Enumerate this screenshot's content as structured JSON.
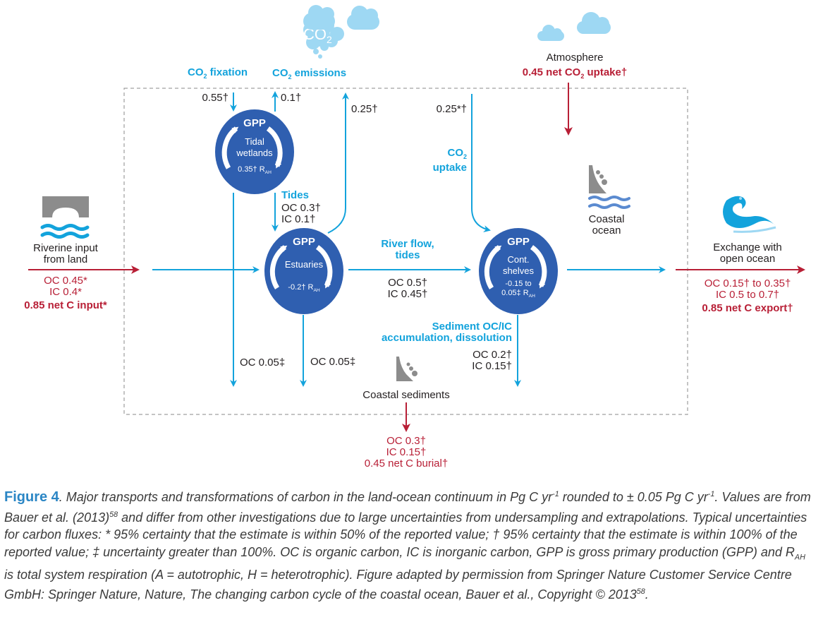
{
  "colors": {
    "circle_fill": "#2f5fb0",
    "flux_blue": "#13a3dc",
    "net_red": "#b81f36",
    "box_dash": "#8a8a8a",
    "icon_gray": "#8c8c8c",
    "cloud": "#9ed8f3"
  },
  "top": {
    "co2_cloud_label": "CO",
    "co2_cloud_sub": "2",
    "co2_fixation": {
      "pre": "CO",
      "sub": "2",
      "post": " fixation"
    },
    "co2_emissions": {
      "pre": "CO",
      "sub": "2",
      "post": " emissions"
    },
    "fixation_value": "0.55†",
    "emission_value": "0.1†",
    "estuary_emission_value": "0.25†",
    "shelf_uptake_value": "0.25*†",
    "co2_uptake": {
      "pre": "CO",
      "sub": "2",
      "post": "uptake"
    }
  },
  "atmosphere": {
    "label": "Atmosphere",
    "net": {
      "pre": "0.45 net CO",
      "sub": "2",
      "post": " uptake†"
    }
  },
  "riverine": {
    "label_line1": "Riverine input",
    "label_line2": "from land",
    "oc": "OC 0.45*",
    "ic": "IC 0.4*",
    "net": "0.85 net C input*"
  },
  "circles": {
    "wetlands": {
      "title": "GPP",
      "name_line1": "Tidal",
      "name_line2": "wetlands",
      "value": "0.35† R",
      "value_sub": "AH"
    },
    "estuaries": {
      "title": "GPP",
      "name_line1": "Estuaries",
      "value": "-0.2† R",
      "value_sub": "AH"
    },
    "shelves": {
      "title": "GPP",
      "name_line1": "Cont.",
      "name_line2": "shelves",
      "value_line1": "-0.15 to",
      "value_line2": "0.05‡ R",
      "value_sub": "AH"
    }
  },
  "tides": {
    "label": "Tides",
    "oc": "OC 0.3†",
    "ic": "IC 0.1†"
  },
  "river_flow": {
    "label_line1": "River flow,",
    "label_line2": "tides",
    "oc": "OC 0.5†",
    "ic": "IC 0.45†"
  },
  "sediment_flux": {
    "label_line1": "Sediment OC/IC",
    "label_line2": "accumulation, dissolution",
    "oc": "OC 0.2†",
    "ic": "IC 0.15†"
  },
  "wetland_burial": "OC 0.05‡",
  "estuary_burial": "OC 0.05‡",
  "coastal_ocean": {
    "line1": "Coastal",
    "line2": "ocean"
  },
  "coastal_sediments": {
    "label": "Coastal sediments",
    "oc": "OC 0.3†",
    "ic": "IC 0.15†",
    "net": "0.45 net C burial†"
  },
  "open_ocean": {
    "label_line1": "Exchange with",
    "label_line2": "open ocean",
    "oc": "OC 0.15† to 0.35†",
    "ic": "IC 0.5 to 0.7†",
    "net": "0.85 net C export†"
  },
  "caption": {
    "figure_label": "Figure 4",
    "t1": ". Major transports and transformations of carbon in the land-ocean continuum in Pg C yr",
    "sup1": "-1",
    "t2": " rounded to ± 0.05 Pg C yr",
    "sup2": "-1",
    "t3": ". Values are from Bauer et al. (2013)",
    "sup3": "58",
    "t4": " and differ from other investigations due to large uncertainties from undersampling and extrapolations. Typical uncertainties for carbon fluxes: * 95% certainty that the estimate is  within 50% of the reported value; † 95% certainty that the estimate is within 100% of the reported value; ‡ uncertainty greater than 100%. OC is organic carbon, IC is inorganic carbon, GPP is gross primary production (GPP) and R",
    "sub1": "AH",
    "t5": " is total system respiration  (A = autotrophic, H = heterotrophic). Figure adapted by permission from Springer Nature Customer Service Centre GmbH: Springer Nature, Nature, The changing carbon cycle of the coastal ocean, Bauer et al., Copyright © 2013",
    "sup4": "58",
    "t6": "."
  }
}
